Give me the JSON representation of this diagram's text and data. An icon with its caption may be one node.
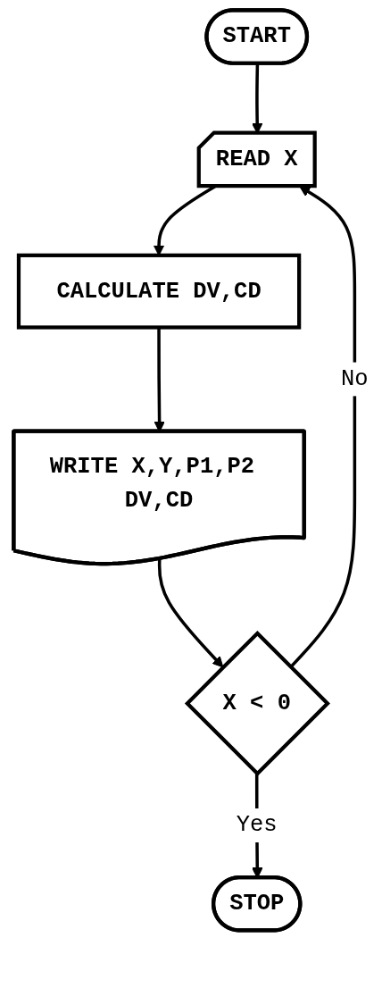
{
  "diagram": {
    "nodes": [
      {
        "text": [
          "START"
        ]
      },
      {
        "text": [
          "READ X"
        ]
      },
      {
        "text": [
          "CALCULATE DV,CD"
        ]
      },
      {
        "text": [
          "WRITE X,Y,P1,P2 DV,CD"
        ]
      },
      {
        "text": [
          "X < 0"
        ]
      },
      {
        "text": [
          "STOP"
        ]
      }
    ],
    "edges": [
      {
        "from": 0,
        "to": 1,
        "arrow": "to"
      },
      {
        "from": 1,
        "to": 2,
        "arrow": "to"
      },
      {
        "from": 2,
        "to": 3,
        "arrow": "to"
      },
      {
        "from": 3,
        "to": 4,
        "arrow": "to"
      },
      {
        "from": 4,
        "to": 1,
        "label": "No",
        "arrow": "to"
      },
      {
        "from": 4,
        "to": 5,
        "label": "Yes",
        "arrow": "to"
      }
    ]
  }
}
